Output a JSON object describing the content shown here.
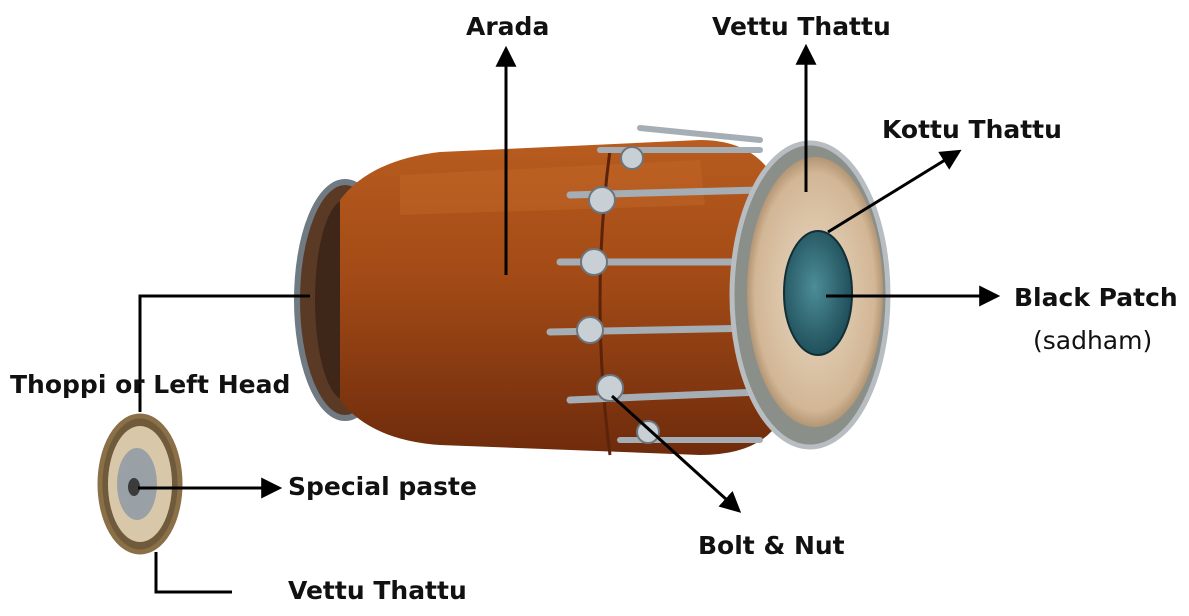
{
  "labels": {
    "arada": "Arada",
    "vettu_thattu_top": "Vettu Thattu",
    "kottu_thattu": "Kottu Thattu",
    "black_patch": "Black Patch",
    "black_patch_sub": "(sadham)",
    "thoppi": "Thoppi or Left Head",
    "special_paste": "Special paste",
    "bolt_nut": "Bolt & Nut",
    "vettu_thattu_bottom": "Vettu Thattu"
  },
  "colors": {
    "body_wood": "#8b3a12",
    "body_highlight": "#b4561e",
    "skin": "#d9c3a8",
    "black_patch": "#2f6d78",
    "metal": "#9aa3ab",
    "arrow": "#000000",
    "text": "#111111"
  }
}
